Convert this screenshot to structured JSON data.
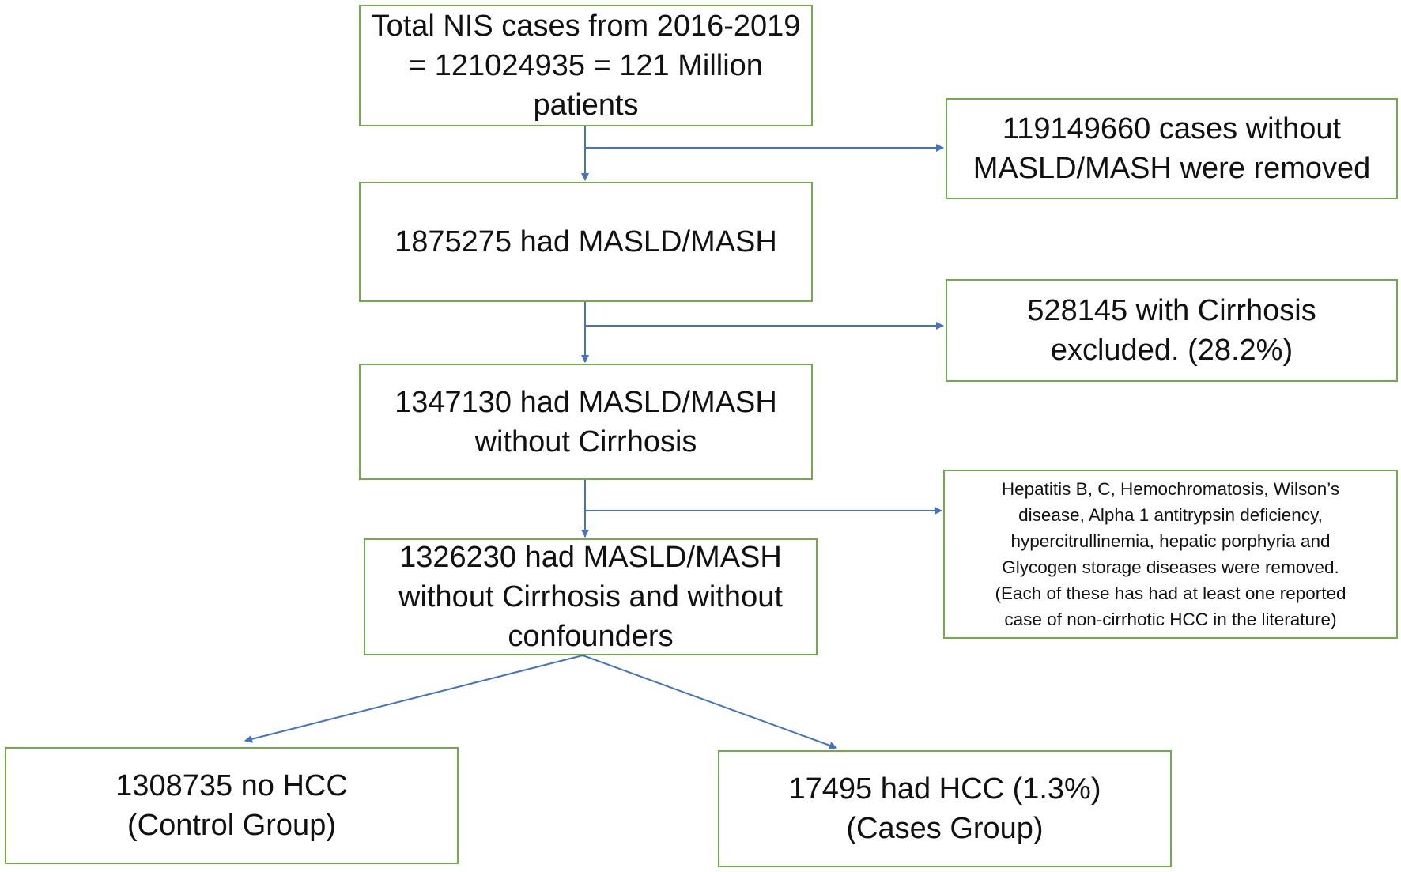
{
  "flowchart": {
    "total": {
      "lines": [
        "Total NIS cases from 2016-2019",
        "= 121024935 = 121 Million",
        "patients"
      ]
    },
    "excluded_no_masld": {
      "lines": [
        "119149660 cases without",
        "MASLD/MASH were removed"
      ]
    },
    "masld": {
      "lines": [
        "1875275 had MASLD/MASH"
      ]
    },
    "excluded_cirrhosis": {
      "lines": [
        "528145 with Cirrhosis",
        "excluded. (28.2%)"
      ]
    },
    "masld_no_cirrhosis": {
      "lines": [
        "1347130 had MASLD/MASH",
        "without Cirrhosis"
      ]
    },
    "excluded_confounders": {
      "lines": [
        "Hepatitis B, C, Hemochromatosis, Wilson’s",
        "disease, Alpha 1 antitrypsin deficiency,",
        "hypercitrullinemia, hepatic porphyria and",
        "Glycogen storage diseases were removed.",
        "(Each of these has had at least one reported",
        "case of non-cirrhotic HCC in the literature)"
      ]
    },
    "final_cohort": {
      "lines": [
        "1326230 had MASLD/MASH",
        "without Cirrhosis and without",
        "confounders"
      ]
    },
    "control_group": {
      "lines": [
        "1308735 no HCC",
        "(Control Group)"
      ]
    },
    "cases_group": {
      "lines": [
        "17495 had HCC (1.3%)",
        "(Cases Group)"
      ]
    }
  },
  "colors": {
    "box_border": "#70ad47",
    "arrow": "#4472c4",
    "text": "#111111"
  }
}
